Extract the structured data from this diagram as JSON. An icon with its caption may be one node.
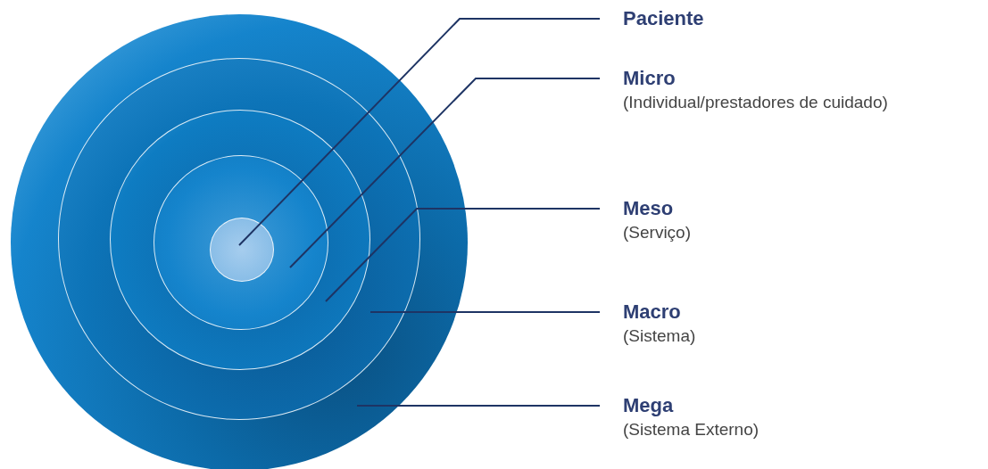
{
  "diagram": {
    "nodes": [
      {
        "text": [
          "Paciente"
        ]
      },
      {
        "text": [
          "Micro",
          "(Individual/prestadores de cuidado)"
        ]
      },
      {
        "text": [
          "Meso",
          "(Serviço)"
        ]
      },
      {
        "text": [
          "Macro",
          "(Sistema)"
        ]
      },
      {
        "text": [
          "Mega",
          "(Sistema Externo)"
        ]
      },
      {
        "text": [],
        "shape": "circle"
      },
      {
        "text": [],
        "shape": "circle",
        "in": 5
      },
      {
        "text": [],
        "shape": "circle",
        "in": 6
      },
      {
        "text": [],
        "shape": "circle",
        "in": 7
      },
      {
        "text": [],
        "shape": "circle",
        "in": 8
      }
    ],
    "edges": [
      {
        "from": 0,
        "to": 9,
        "arrow": "none"
      },
      {
        "from": 1,
        "to": 8,
        "arrow": "none"
      },
      {
        "from": 2,
        "to": 7,
        "arrow": "none"
      },
      {
        "from": 3,
        "to": 6,
        "arrow": "none"
      },
      {
        "from": 4,
        "to": 5,
        "arrow": "none"
      }
    ]
  }
}
